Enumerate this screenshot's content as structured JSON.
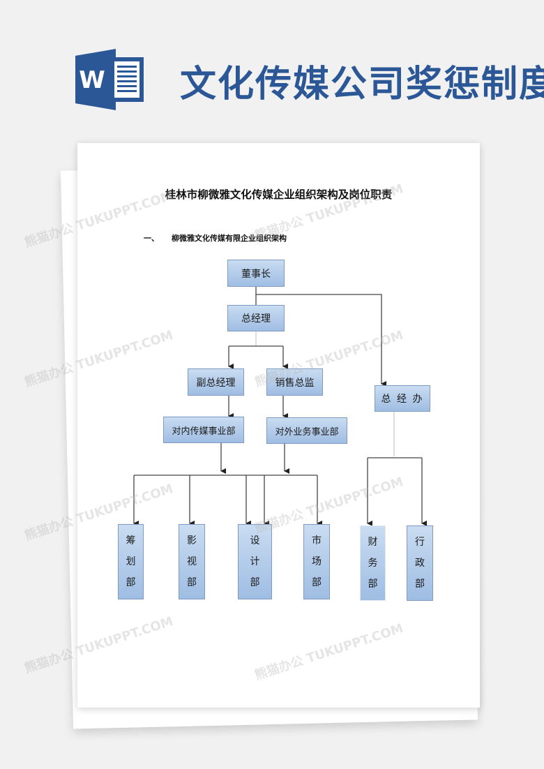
{
  "banner": {
    "icon": "word-document-icon",
    "icon_letter": "W",
    "title": "文化传媒公司奖惩制度",
    "accent_color": "#2b5797"
  },
  "document": {
    "title": "桂林市柳微雅文化传媒企业组织架构及岗位职责",
    "section": {
      "number": "一、",
      "heading": "柳微雅文化传媒有限企业组织架构"
    }
  },
  "org_chart": {
    "box_color": "#a9c4e6",
    "nodes": {
      "chairman": "董事长",
      "general_manager": "总经理",
      "deputy_gm": "副总经理",
      "sales_director": "销售总监",
      "gm_office": "总 经 办",
      "internal_media_division": "对内传媒事业部",
      "external_business_division": "对外业务事业部",
      "planning": [
        "筹",
        "划",
        "部"
      ],
      "film_tv": [
        "影",
        "视",
        "部"
      ],
      "design": [
        "设",
        "计",
        "部"
      ],
      "marketing": [
        "市",
        "场",
        "部"
      ],
      "finance": [
        "财",
        "务",
        "部"
      ],
      "administration": [
        "行",
        "政",
        "部"
      ]
    }
  },
  "watermark": "熊猫办公 TUKUPPT.COM"
}
